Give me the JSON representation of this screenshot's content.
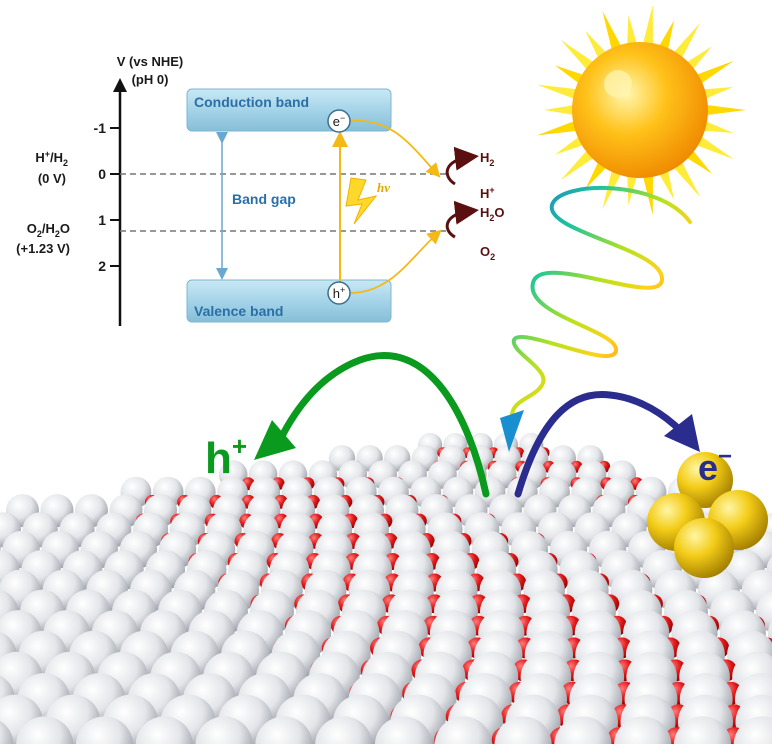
{
  "energy_diagram": {
    "axis_title": "V (vs NHE)",
    "axis_subtitle": "(pH 0)",
    "ticks": [
      "-1",
      "0",
      "1",
      "2"
    ],
    "ref_levels": {
      "h2": {
        "label_top": "H",
        "label_top_sup": "+",
        "label_top_rest": "/H",
        "label_top_sub": "2",
        "label_bottom": "(0 V)"
      },
      "o2": {
        "label_top": "O",
        "label_top_sub1": "2",
        "label_top_rest": "/H",
        "label_top_sub2": "2",
        "label_top_end": "O",
        "label_bottom": "(+1.23 V)"
      }
    },
    "conduction_band": "Conduction band",
    "valence_band": "Valence band",
    "band_gap": "Band gap",
    "photon": "hν",
    "electron": {
      "base": "e",
      "sup": "−"
    },
    "hole": {
      "base": "h",
      "sup": "+"
    },
    "products": {
      "h2": {
        "base": "H",
        "sub": "2"
      },
      "hplus": {
        "base": "H",
        "sup": "+"
      },
      "h2o": {
        "base": "H",
        "sub": "2",
        "end": "O"
      },
      "o2": {
        "base": "O",
        "sub": "2"
      }
    }
  },
  "surface": {
    "hole_label": {
      "base": "h",
      "sup": "+"
    },
    "electron_label": {
      "base": "e",
      "sup": "−"
    },
    "oxygen_color": "#e01818",
    "metal_color": "#e6e8ec",
    "cluster_color": "#f3cc17"
  },
  "sun_color": "#ffb400",
  "icons": [
    "sun-icon",
    "light-wave-icon",
    "metal-cluster-icon"
  ]
}
